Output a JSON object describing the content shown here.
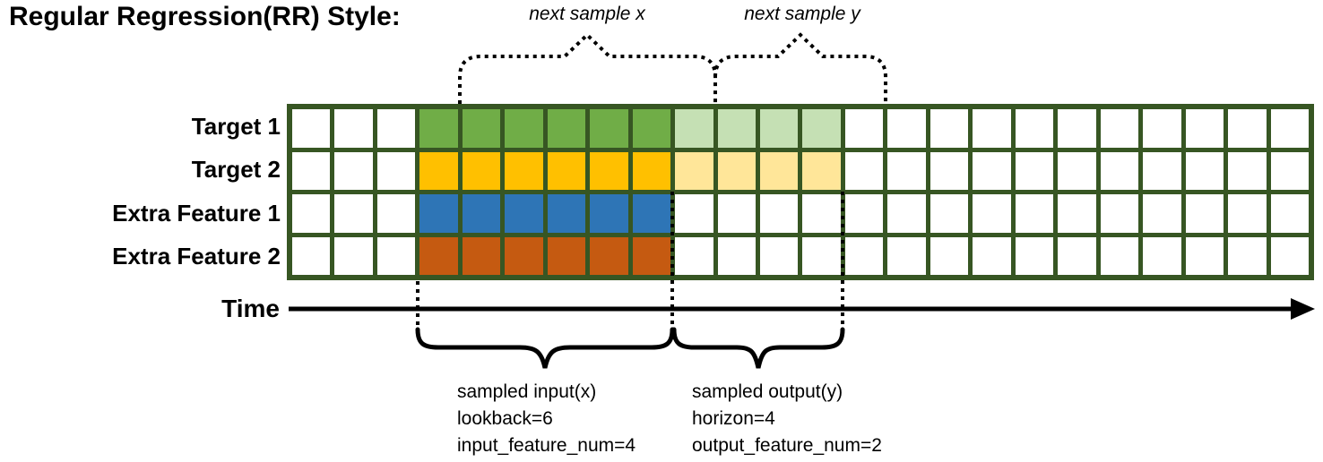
{
  "title": "Regular Regression(RR) Style:",
  "annotations": {
    "next_sample_x": "next sample x",
    "next_sample_y": "next sample y"
  },
  "rows": [
    {
      "label": "Target 1",
      "input_color": "#70AD47",
      "output_color": "#C5E0B4",
      "has_output": true
    },
    {
      "label": "Target 2",
      "input_color": "#FFC000",
      "output_color": "#FFE699",
      "has_output": true
    },
    {
      "label": "Extra Feature 1",
      "input_color": "#2E75B6",
      "output_color": "#FFFFFF",
      "has_output": false
    },
    {
      "label": "Extra Feature 2",
      "input_color": "#C55A11",
      "output_color": "#FFFFFF",
      "has_output": false
    }
  ],
  "grid": {
    "total_columns": 24,
    "input_start_col": 3,
    "lookback": 6,
    "horizon": 4,
    "line_color": "#375623",
    "empty_cell_color": "#FFFFFF"
  },
  "time_axis": {
    "label": "Time"
  },
  "input_summary": {
    "line1": "sampled input(x)",
    "line2": "lookback=6",
    "line3": "input_feature_num=4"
  },
  "output_summary": {
    "line1": "sampled output(y)",
    "line2": "horizon=4",
    "line3": "output_feature_num=2"
  }
}
